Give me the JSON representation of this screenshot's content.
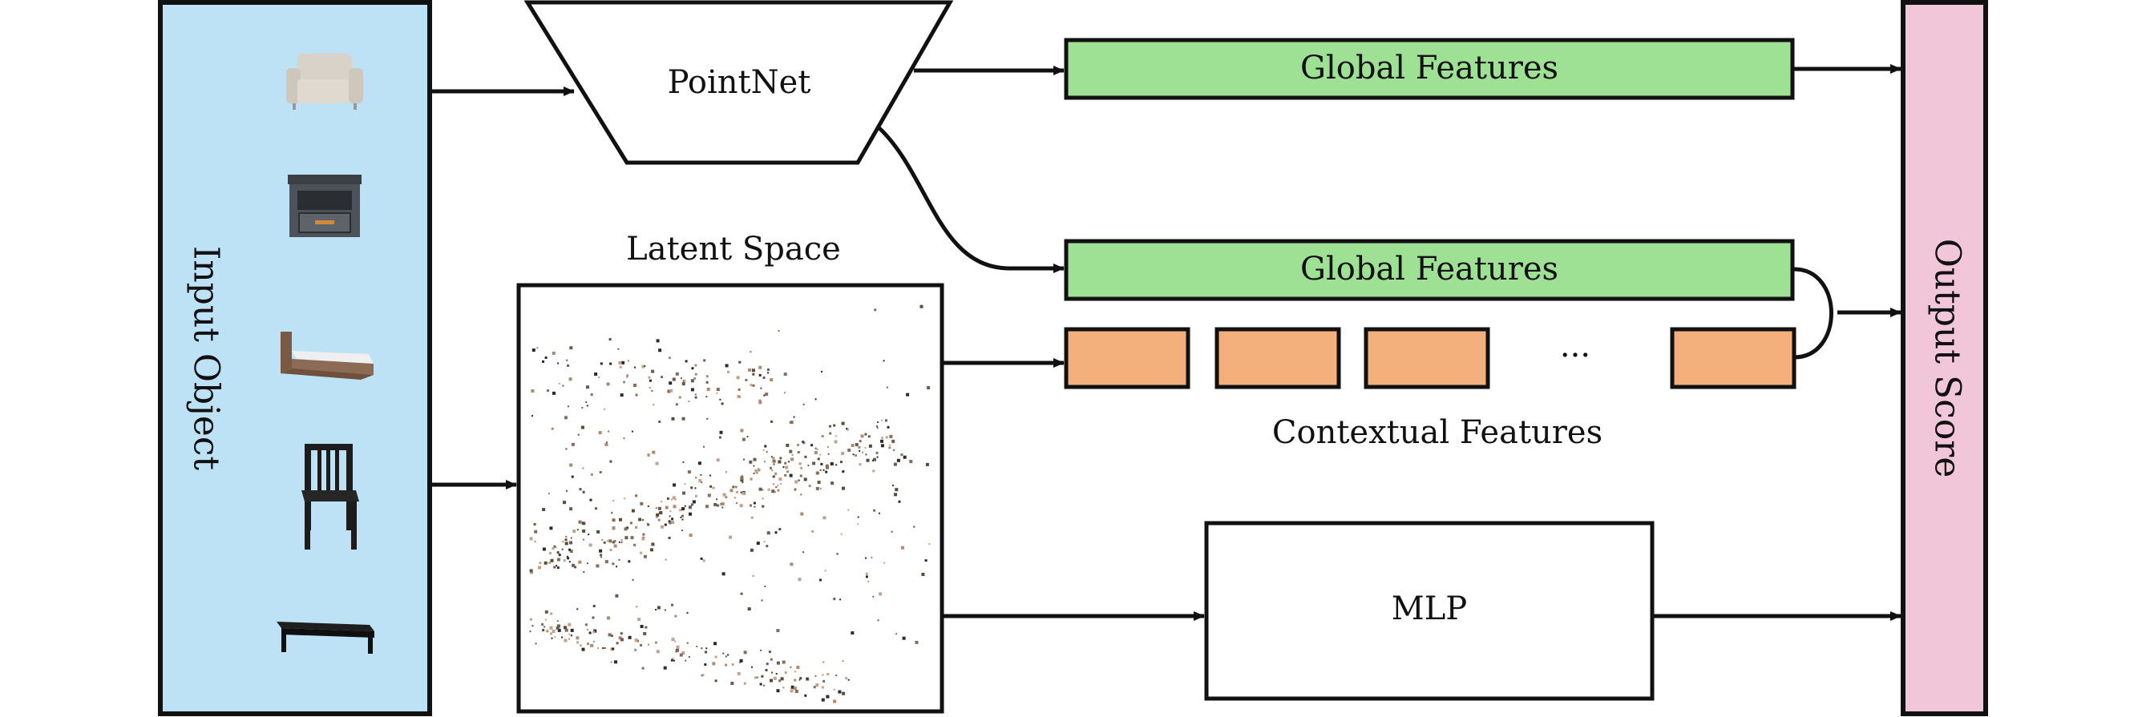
{
  "colors": {
    "input_panel": "#bde2f5",
    "output_panel": "#f0c6d8",
    "global_features": "#9ee094",
    "contextual_features": "#f4b07c",
    "stroke": "#111111"
  },
  "input_panel": {
    "label": "Input Object",
    "objects": [
      "armchair",
      "nightstand",
      "bed",
      "chair",
      "coffee-table"
    ]
  },
  "pointnet": {
    "label": "PointNet"
  },
  "global_features_top": {
    "label": "Global Features"
  },
  "global_features_mid": {
    "label": "Global Features"
  },
  "latent_space": {
    "title": "Latent Space"
  },
  "contextual_features": {
    "label": "Contextual Features",
    "ellipsis": "···",
    "box_count": 4
  },
  "mlp": {
    "label": "MLP"
  },
  "output_panel": {
    "label": "Output Score"
  }
}
